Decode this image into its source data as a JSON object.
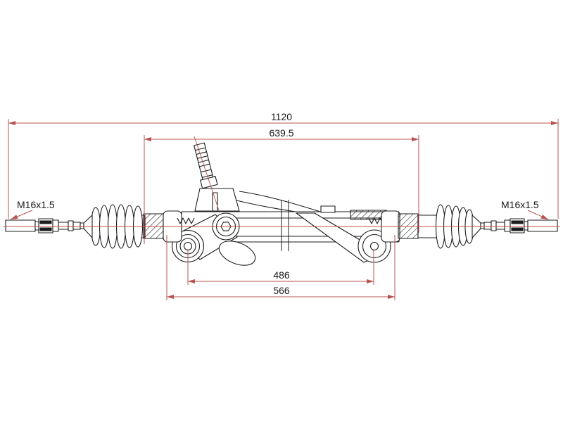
{
  "page": {
    "title": "Steering rack technical drawing"
  },
  "drawing": {
    "type": "technical-line-drawing",
    "subject": "rack-and-pinion steering gear assembly",
    "colors": {
      "background": "#ffffff",
      "line": "#1c1c1c",
      "dimension": "#b85450",
      "text": "#1a1a1a"
    },
    "dimensions": {
      "overall_length": "1120",
      "inner_length": "639.5",
      "mount_hole_spacing": "486",
      "mount_span": "566",
      "left_thread_spec": "M16x1.5",
      "right_thread_spec": "M16x1.5"
    }
  }
}
